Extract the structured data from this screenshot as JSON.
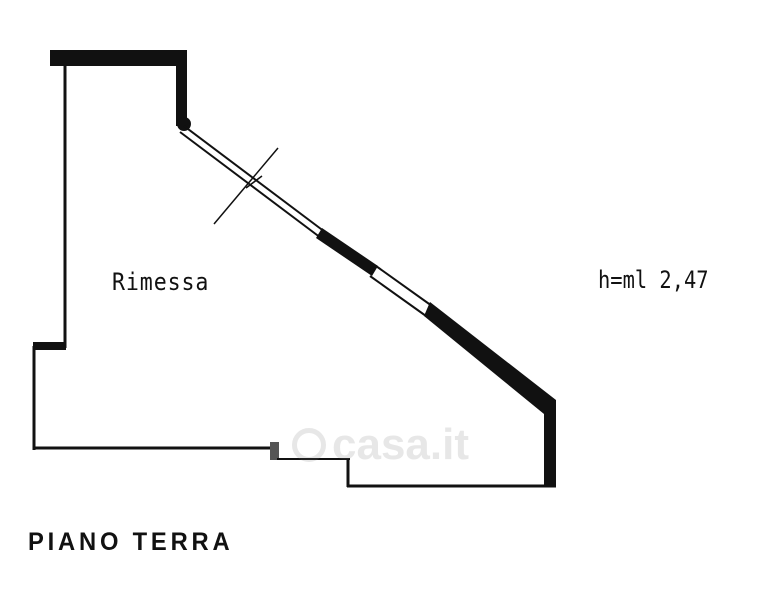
{
  "plan": {
    "room_name": "Rimessa",
    "ceiling_height": "h=ml 2,47",
    "floor_name": "PIANO TERRA",
    "watermark_text": "casa.it"
  },
  "colors": {
    "wall": "#111111",
    "background": "#ffffff",
    "watermark": "#787878"
  }
}
